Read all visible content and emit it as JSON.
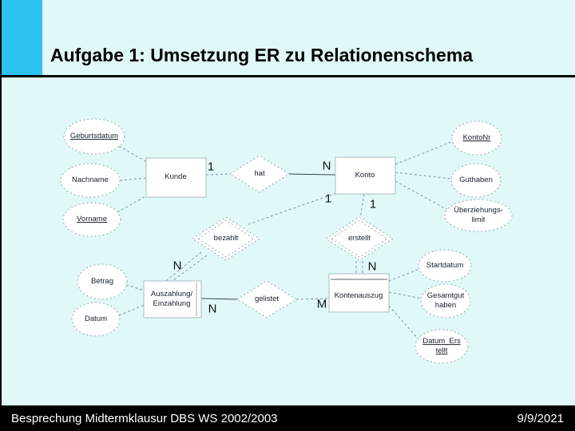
{
  "header": {
    "title": "Aufgabe 1: Umsetzung ER zu Relationenschema"
  },
  "footer": {
    "left": "Besprechung Midtermklausur DBS WS 2002/2003",
    "date": "9/9/2021"
  },
  "colors": {
    "accent_bar": "#2BC4F0",
    "slide_background": "#E0F8F8",
    "footer_bar": "#000000",
    "wire": "#7D93A8"
  },
  "diagram": {
    "entities": [
      {
        "label": "Kunde"
      },
      {
        "label": "Konto"
      },
      {
        "label": "Auszahlung/\nEinzahlung"
      },
      {
        "label": "Kontenauszug"
      }
    ],
    "relationships": [
      {
        "label": "hat"
      },
      {
        "label": "bezahlt"
      },
      {
        "label": "erstellt"
      },
      {
        "label": "gelistet"
      }
    ],
    "attributes": [
      {
        "label": "Geburtsdatum",
        "key": true
      },
      {
        "label": "Nachname",
        "key": false
      },
      {
        "label": "Vorname",
        "key": true
      },
      {
        "label": "KontoNr",
        "key": true
      },
      {
        "label": "Guthaben",
        "key": false
      },
      {
        "label": "Überziehungs-\nlimit",
        "key": false
      },
      {
        "label": "Betrag",
        "key": false
      },
      {
        "label": "Datum",
        "key": false
      },
      {
        "label": "Startdatum",
        "key": false
      },
      {
        "label": "Gesamtgut\nhaben",
        "key": false
      },
      {
        "label": "Datum_Ers\ntellt",
        "key": true
      }
    ],
    "cardinalities": [
      {
        "label": "1"
      },
      {
        "label": "N"
      },
      {
        "label": "1"
      },
      {
        "label": "1"
      },
      {
        "label": "N"
      },
      {
        "label": "N"
      },
      {
        "label": "M"
      },
      {
        "label": "N"
      }
    ]
  }
}
